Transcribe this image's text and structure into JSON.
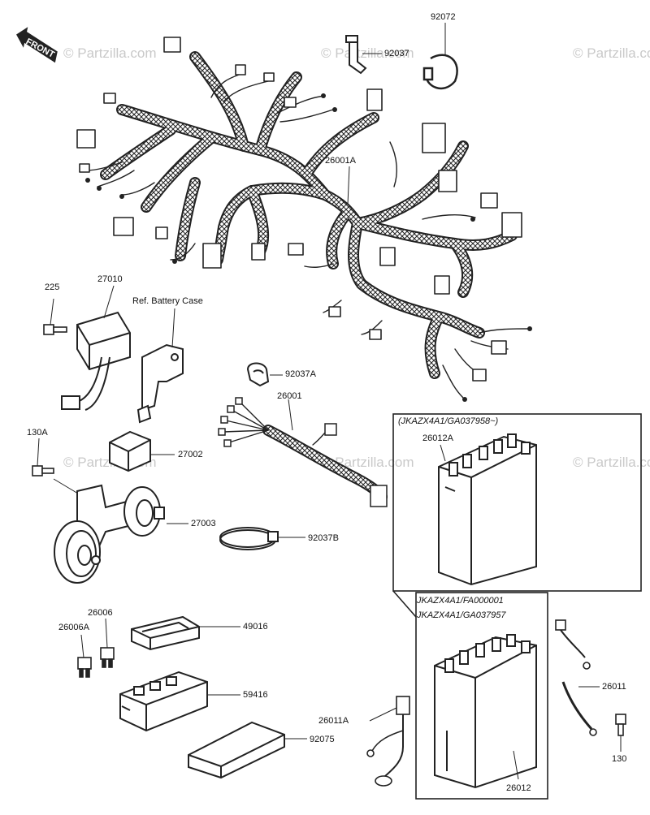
{
  "watermarks": [
    "© Partzilla.com",
    "© Partzilla.com",
    "© Partzilla.com",
    "© Partzilla.com",
    "© Partzilla.com",
    "© Partzilla.com"
  ],
  "front_arrow": "FRONT",
  "ref_note": "Ref. Battery Case",
  "box_upper_title": "(JKAZX4A1/GA037958~)",
  "box_lower_title_1": "JKAZX4A1/FA000001",
  "box_lower_title_2": "JKAZX4A1/GA037957",
  "parts": {
    "p92072": "92072",
    "p92037": "92037",
    "p26001A": "26001A",
    "p225": "225",
    "p27010": "27010",
    "p92037A": "92037A",
    "p26001": "26001",
    "p26012A": "26012A",
    "p130A": "130A",
    "p27002": "27002",
    "p27003": "27003",
    "p92037B": "92037B",
    "p26006": "26006",
    "p26006A": "26006A",
    "p49016": "49016",
    "p59416": "59416",
    "p92075": "92075",
    "p26011A": "26011A",
    "p26011": "26011",
    "p130": "130",
    "p26012": "26012"
  }
}
